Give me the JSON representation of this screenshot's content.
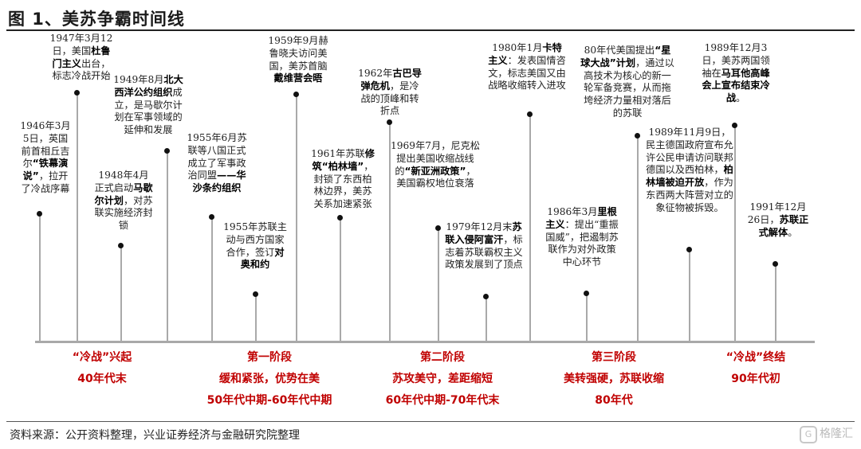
{
  "title": "图 1、美苏争霸时间线",
  "events": [
    {
      "id": "e1946",
      "parts": [
        {
          "t": "1946年3月5日，英国前首相丘吉尔"
        },
        {
          "t": "“铁幕演说”",
          "b": true
        },
        {
          "t": "，拉开了冷战序幕"
        }
      ]
    },
    {
      "id": "e1947",
      "parts": [
        {
          "t": "1947年3月12日，美国"
        },
        {
          "t": "杜鲁门主义",
          "b": true
        },
        {
          "t": "出台，标志冷战开始"
        }
      ]
    },
    {
      "id": "e1948",
      "parts": [
        {
          "t": "1948年4月正式启动"
        },
        {
          "t": "马歇尔计划",
          "b": true
        },
        {
          "t": "，对苏联实施经济封锁"
        }
      ]
    },
    {
      "id": "e1949",
      "parts": [
        {
          "t": "1949年8月"
        },
        {
          "t": "北大西洋公约组织",
          "b": true
        },
        {
          "t": "成立，是马歇尔计划在军事领域的延伸和发展"
        }
      ]
    },
    {
      "id": "e1955a",
      "parts": [
        {
          "t": "1955年6月苏联等八国正式成立了军事政治同盟"
        },
        {
          "t": "——华沙条约组织",
          "b": true
        }
      ]
    },
    {
      "id": "e1955b",
      "parts": [
        {
          "t": "1955年苏联主动与西方国家合作，签订"
        },
        {
          "t": "对奥和约",
          "b": true
        }
      ]
    },
    {
      "id": "e1959",
      "parts": [
        {
          "t": "1959年9月赫鲁晓夫访问美国，美苏首脑"
        },
        {
          "t": "戴维营会晤",
          "b": true
        }
      ]
    },
    {
      "id": "e1961",
      "parts": [
        {
          "t": "1961年苏联"
        },
        {
          "t": "修筑“柏林墙”",
          "b": true
        },
        {
          "t": "，封锁了东西柏林边界，美苏关系加速紧张"
        }
      ]
    },
    {
      "id": "e1962",
      "parts": [
        {
          "t": "1962年"
        },
        {
          "t": "古巴导弹危机",
          "b": true
        },
        {
          "t": "，是冷战的顶峰和转折点"
        }
      ]
    },
    {
      "id": "e1969",
      "parts": [
        {
          "t": "1969年7月，尼克松提出美国收缩战线的"
        },
        {
          "t": "“新亚洲政策”",
          "b": true
        },
        {
          "t": "，美国霸权地位衰落"
        }
      ]
    },
    {
      "id": "e1979",
      "parts": [
        {
          "t": "1979年12月末"
        },
        {
          "t": "苏联入侵阿富汗",
          "b": true
        },
        {
          "t": "，标志着苏联霸权主义政策发展到了顶点"
        }
      ]
    },
    {
      "id": "e1980",
      "parts": [
        {
          "t": "1980年1月"
        },
        {
          "t": "卡特主义",
          "b": true
        },
        {
          "t": "：发表国情咨文，标志美国又由战略收缩转入进攻"
        }
      ]
    },
    {
      "id": "e80s",
      "parts": [
        {
          "t": "80年代美国提出"
        },
        {
          "t": "“星球大战”计划",
          "b": true
        },
        {
          "t": "，通过以高技术为核心的新一轮军备竞赛，从而拖垮经济力量相对落后的苏联"
        }
      ]
    },
    {
      "id": "e1986",
      "parts": [
        {
          "t": "1986年3月"
        },
        {
          "t": "里根主义",
          "b": true
        },
        {
          "t": "：提出“重振国威”，把遏制苏联作为对外政策中心环节"
        }
      ]
    },
    {
      "id": "e1989a",
      "parts": [
        {
          "t": "1989年11月9日，民主德国政府宣布允许公民申请访问联邦德国以及西柏林，"
        },
        {
          "t": "柏林墙被迫开放",
          "b": true
        },
        {
          "t": "，作为东西两大阵营对立的象征物被拆毁。"
        }
      ]
    },
    {
      "id": "e1989b",
      "parts": [
        {
          "t": "1989年12月3日，美苏两国领袖在"
        },
        {
          "t": "马耳他高峰会上宣布结束冷战",
          "b": true
        },
        {
          "t": "。"
        }
      ]
    },
    {
      "id": "e1991",
      "parts": [
        {
          "t": "1991年12月26日，"
        },
        {
          "t": "苏联正式解体",
          "b": true
        },
        {
          "t": "。"
        }
      ]
    }
  ],
  "phases": [
    {
      "lines": [
        "“冷战”兴起",
        "40年代末"
      ]
    },
    {
      "lines": [
        "第一阶段",
        "缓和紧张，优势在美",
        "50年代中期-60年代中期"
      ]
    },
    {
      "lines": [
        "第二阶段",
        "苏攻美守，差距缩短",
        "60年代中期-70年代末"
      ]
    },
    {
      "lines": [
        "第三阶段",
        "美转强硬，苏联收缩",
        "80年代"
      ]
    },
    {
      "lines": [
        "“冷战”终结",
        "90年代初"
      ]
    }
  ],
  "source": "资料来源：公开资料整理，兴业证券经济与金融研究院整理",
  "watermark": "格隆汇",
  "colors": {
    "phase": "#c00000",
    "axis": "#a9a9a9"
  }
}
